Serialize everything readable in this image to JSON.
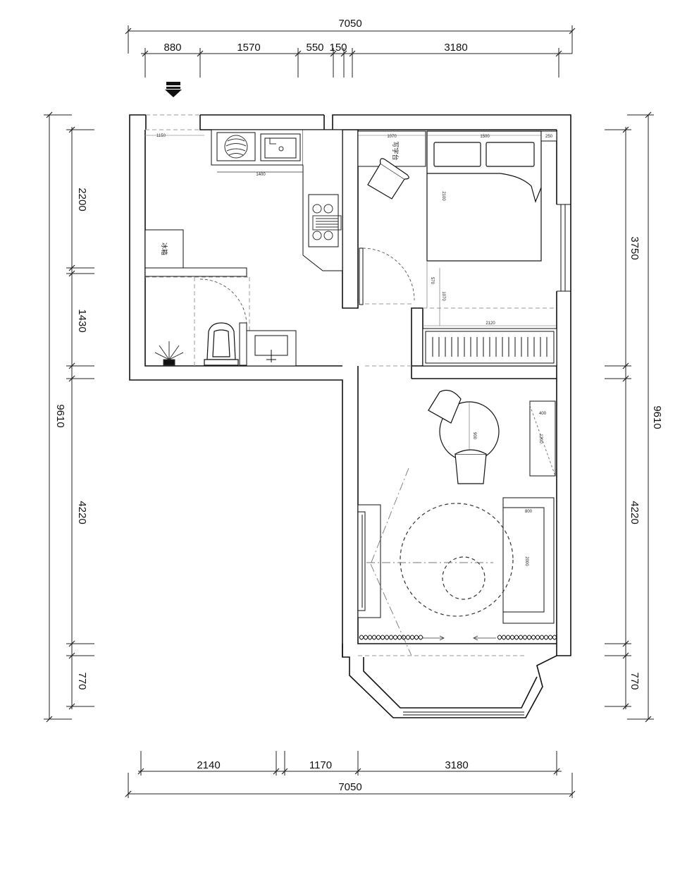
{
  "plan": {
    "dims_top": {
      "total": "7050",
      "segments": [
        "880",
        "1570",
        "550",
        "150",
        "3180"
      ]
    },
    "dims_bottom": {
      "total": "7050",
      "segments": [
        "2140",
        "1170",
        "3180"
      ]
    },
    "dims_left": {
      "total": "9610",
      "segments": [
        "2200",
        "1430",
        "4220",
        "770"
      ]
    },
    "dims_right": {
      "total": "9610",
      "segments": [
        "3750",
        "4220",
        "770"
      ]
    },
    "notes": {
      "kitchen_top": "1150",
      "counter_width": "1400",
      "desk": "1070",
      "bed_width": "1500",
      "bed_side": "250",
      "bed_length": "2100",
      "wardrobe_width": "2120",
      "closet_depth": "570",
      "room_door": "1070",
      "table": "900",
      "tv_cabinet_depth": "400",
      "tv_cabinet_length": "1200",
      "sofa_depth": "800",
      "sofa_length": "2000"
    },
    "labels": {
      "fridge": "冰箱",
      "desk": "写字台"
    },
    "entry_icon": "entrance-arrow-icon"
  }
}
